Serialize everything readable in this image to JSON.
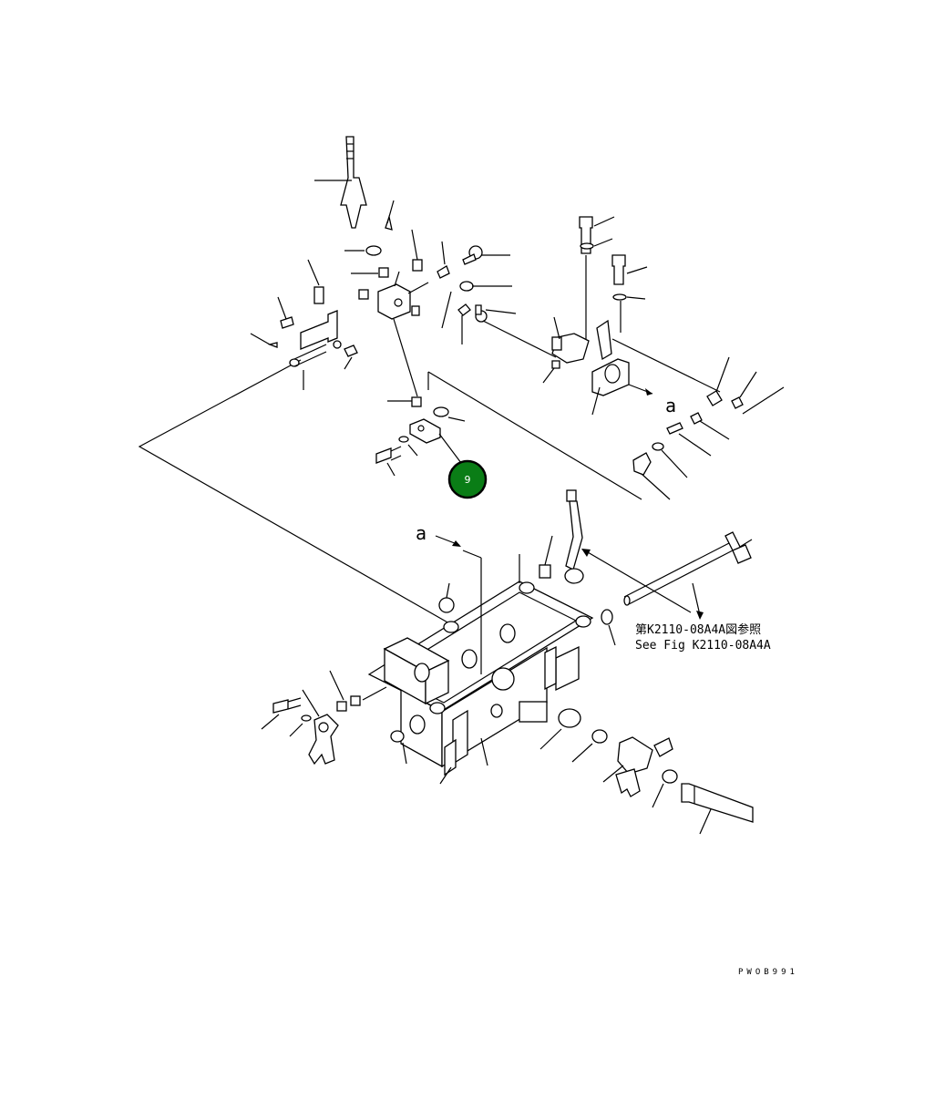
{
  "diagram": {
    "view_letter_top": "a",
    "view_letter_bottom": "a",
    "reference_line_jp": "第K2110-08A4A図参照",
    "reference_line_en": "See Fig K2110-08A4A",
    "drawing_code": "PWOB991"
  },
  "hotspot": {
    "number": "9",
    "color": "#0a7d16"
  }
}
